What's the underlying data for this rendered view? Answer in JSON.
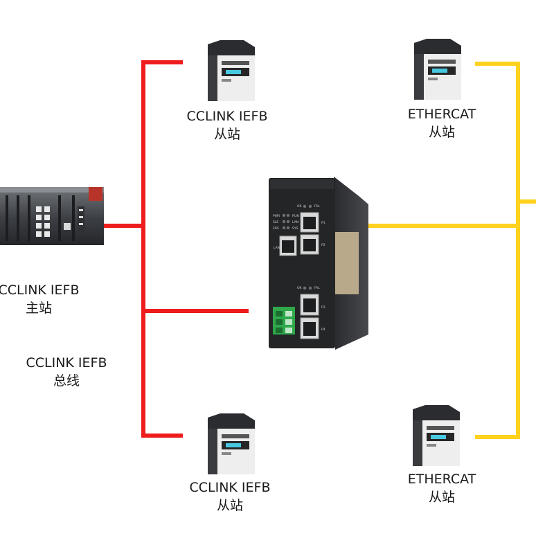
{
  "master": {
    "line1": "CCLINK IEFB",
    "line2": "主站"
  },
  "bus": {
    "line1": "CCLINK IEFB",
    "line2": "总线"
  },
  "slaves": [
    {
      "line1": "CCLINK IEFB",
      "line2": "从站"
    },
    {
      "line1": "ETHERCAT",
      "line2": "从站"
    },
    {
      "line1": "CCLINK IEFB",
      "line2": "从站"
    },
    {
      "line1": "ETHERCAT",
      "line2": "从站"
    }
  ],
  "gateway": {
    "led_labels": [
      "PWR",
      "RUN",
      "SLE",
      "LAN",
      "ERS",
      "SYS"
    ],
    "top_leds": [
      "OK",
      "FAL"
    ],
    "bottom_leds": [
      "OK",
      "FAL"
    ],
    "port_labels": [
      "P1",
      "P2",
      "LAN",
      "P3",
      "P4"
    ]
  },
  "colors": {
    "cclink_bus": "#ee1c1c",
    "ethercat_bus": "#ffd21f"
  },
  "icons": [
    "plc-master-icon",
    "gateway-device-icon",
    "servo-drive-icon"
  ]
}
